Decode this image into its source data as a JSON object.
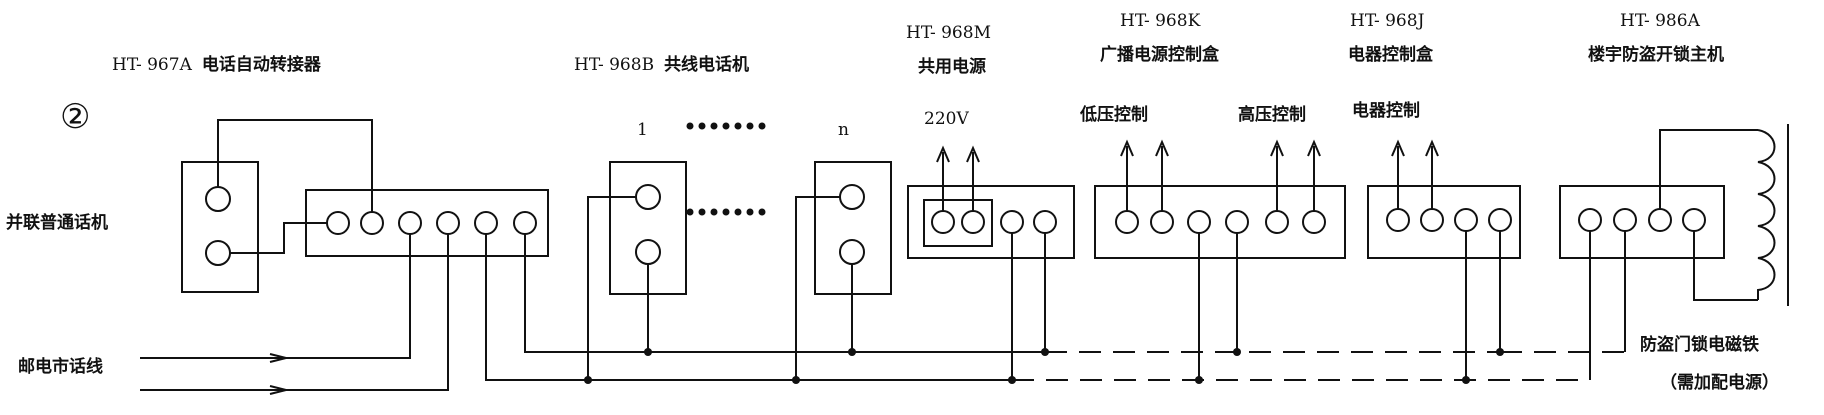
{
  "diagram_number": "②",
  "left_labels": {
    "parallel_phone": "并联普通话机",
    "telecom_line": "邮电市话线"
  },
  "devices": [
    {
      "model": "HT- 967A",
      "name": "电话自动转接器"
    },
    {
      "model": "HT- 968B",
      "name": "共线电话机"
    },
    {
      "model": "HT- 968M",
      "name": "共用电源"
    },
    {
      "model": "HT- 968K",
      "name": "广播电源控制盒"
    },
    {
      "model": "HT- 968J",
      "name": "电器控制盒"
    },
    {
      "model": "HT- 986A",
      "name": "楼宇防盗开锁主机"
    }
  ],
  "phone_index": {
    "first": "1",
    "last": "n"
  },
  "labels": {
    "voltage": "220V",
    "low_voltage": "低压控制",
    "high_voltage": "高压控制",
    "appliance": "电器控制",
    "door_lock": "防盗门锁电磁铁",
    "extra_power": "（需加配电源）"
  }
}
